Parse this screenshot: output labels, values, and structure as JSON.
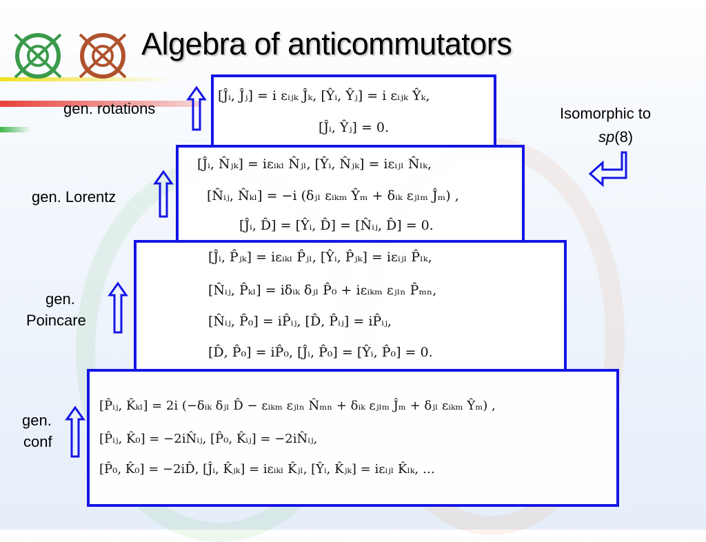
{
  "slide": {
    "title": "Algebra of anticommutators",
    "labels": {
      "rotations": "gen. rotations",
      "lorentz": "gen. Lorentz",
      "poincare_1": "gen.",
      "poincare_2": "Poincare",
      "conf_1": "gen.",
      "conf_2": "conf"
    },
    "isomorphic": {
      "line1": "Isomorphic to",
      "sp": "sp",
      "paren": "(8)"
    },
    "equations": {
      "rot": [
        "[Ĵᵢ, Ĵⱼ] = i εᵢⱼₖ Ĵₖ,     [Ŷᵢ, Ŷⱼ] = i εᵢⱼₖ Ŷₖ,",
        "[Ĵᵢ, Ŷⱼ] = 0."
      ],
      "lor": [
        "[Ĵᵢ, N̂ⱼₖ] = iεᵢₖₗ N̂ⱼₗ,        [Ŷᵢ, N̂ⱼₖ] = iεᵢⱼₗ N̂ₗₖ,",
        "[N̂ᵢⱼ, N̂ₖₗ] = −i (δⱼₗ εᵢₖₘ Ŷₘ + δᵢₖ εⱼₗₘ Ĵₘ) ,",
        "[Ĵᵢ, D̂] = [Ŷᵢ, D̂] = [N̂ᵢⱼ, D̂] = 0."
      ],
      "poi": [
        "[Ĵᵢ, P̂ⱼₖ] = iεᵢₖₗ P̂ⱼₗ,        [Ŷᵢ, P̂ⱼₖ] = iεᵢⱼₗ P̂ₗₖ,",
        "[N̂ᵢⱼ, P̂ₖₗ] = iδᵢₖ δⱼₗ P̂₀ + iεᵢₖₘ εⱼₗₙ P̂ₘₙ,",
        "[N̂ᵢⱼ, P̂₀] = iP̂ᵢⱼ,        [D̂, P̂ᵢⱼ] = iP̂ᵢⱼ,",
        "[D̂, P̂₀] = iP̂₀,        [Ĵᵢ, P̂₀] = [Ŷᵢ, P̂₀] = 0."
      ],
      "conf": [
        "[P̂ᵢⱼ, K̂ₖₗ] = 2i (−δᵢₖ δⱼₗ D̂ − εᵢₖₘ εⱼₗₙ N̂ₘₙ + δᵢₖ εⱼₗₘ Ĵₘ + δⱼₗ εᵢₖₘ Ŷₘ) ,",
        "[P̂ᵢⱼ, K̂₀] = −2iN̂ᵢⱼ,        [P̂₀, K̂ᵢⱼ] = −2iN̂ᵢⱼ,",
        "[P̂₀, K̂₀] = −2iD̂,  [Ĵᵢ, K̂ⱼₖ] = iεᵢₖₗ K̂ⱼₗ,      [Ŷᵢ, K̂ⱼₖ] = iεᵢⱼₗ K̂ₗₖ,        …"
      ]
    },
    "colors": {
      "box_border": "#1414e6",
      "arrow": "#1414e6",
      "stripe_red": "#e8413a",
      "stripe_green": "#3cb54a",
      "stripe_yellow": "#f2e01e"
    }
  }
}
